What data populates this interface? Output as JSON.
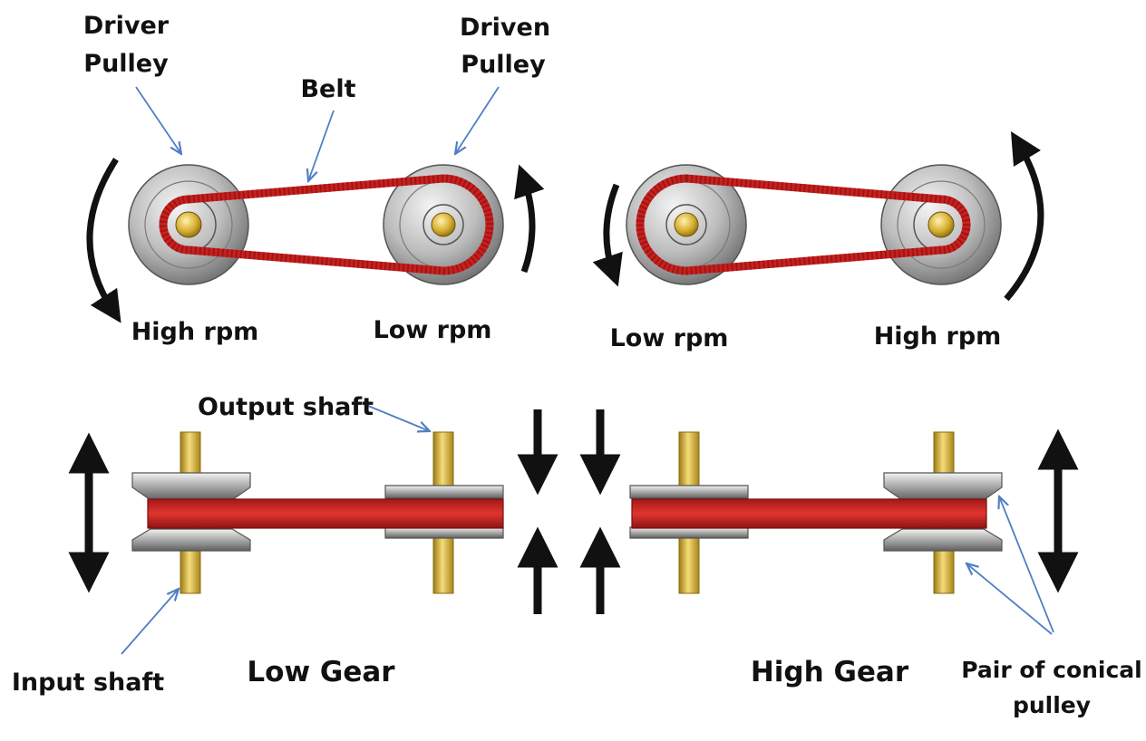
{
  "labels": {
    "driver_pulley_line1": "Driver",
    "driver_pulley_line2": "Pulley",
    "belt": "Belt",
    "driven_pulley_line1": "Driven",
    "driven_pulley_line2": "Pulley",
    "left_high_rpm": "High rpm",
    "left_low_rpm": "Low rpm",
    "right_low_rpm": "Low rpm",
    "right_high_rpm": "High rpm",
    "output_shaft": "Output shaft",
    "input_shaft": "Input shaft",
    "low_gear": "Low Gear",
    "high_gear": "High Gear",
    "conical_line1": "Pair of conical",
    "conical_line2": "pulley"
  },
  "colors": {
    "belt": "#c8201e",
    "belt_dark": "#7a0f0f",
    "shaft": "#d9b13a",
    "hub": "#c9a227",
    "pulley": "#b8b8b8",
    "arrow": "#111111",
    "leader": "#4f7fc4"
  },
  "icons": {
    "rotation_arrow": "curved-arrow",
    "axial_arrow": "double-headed-arrow",
    "squeeze_arrow": "straight-arrow"
  }
}
